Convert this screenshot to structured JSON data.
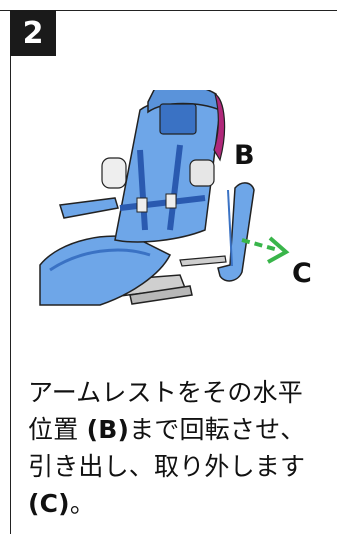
{
  "step": {
    "number": "2"
  },
  "figure": {
    "labels": {
      "armrest": "B",
      "remove": "C"
    }
  },
  "instruction": {
    "part1": "アームレストをその水平位置 ",
    "ref_b": "(B)",
    "part2": "まで回転させ、引き出し、取り外します",
    "ref_c": "(C)",
    "part3": "。"
  },
  "colors": {
    "chair_blue": "#6ea6e8",
    "chair_dark": "#3a72c4",
    "headrest_accent": "#b0287a",
    "arrow_green": "#39b54a"
  }
}
